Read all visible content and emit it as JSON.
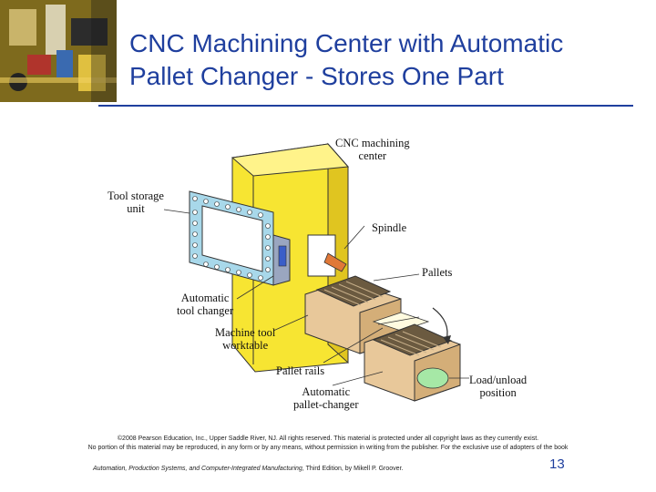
{
  "slide": {
    "title_lines": [
      "CNC Machining Center with Automatic",
      "Pallet Changer - Stores One Part"
    ],
    "page_number": "13"
  },
  "diagram_labels": {
    "cnc_center": [
      "CNC machining",
      "center"
    ],
    "tool_storage": [
      "Tool storage",
      "unit"
    ],
    "spindle": "Spindle",
    "pallets": "Pallets",
    "auto_tool_changer": [
      "Automatic",
      "tool changer"
    ],
    "machine_worktable": [
      "Machine tool",
      "worktable"
    ],
    "pallet_rails": "Pallet rails",
    "load_unload": [
      "Load/unload",
      "position"
    ],
    "auto_pallet_changer": [
      "Automatic",
      "pallet-changer"
    ]
  },
  "footer": {
    "copyright_line1": "©2008 Pearson Education, Inc., Upper Saddle River, NJ. All rights reserved. This material is protected under all copyright laws as they currently exist.",
    "copyright_line2": "No portion of this material may be reproduced, in any form or by any means, without permission in writing from the publisher. For the exclusive use of adopters of the book",
    "book_title": "Automation, Production Systems, and Computer-Integrated Manufacturing,",
    "book_rest": " Third Edition, by Mikell P. Groover."
  },
  "colors": {
    "title": "#1f3f9e",
    "machine_yellow": "#f7e532",
    "tool_storage_blue": "#a8d8ea",
    "pallet_tan": "#e8c89a",
    "pallet_dark": "#6b5a40",
    "load_green": "#a6e8a6"
  }
}
